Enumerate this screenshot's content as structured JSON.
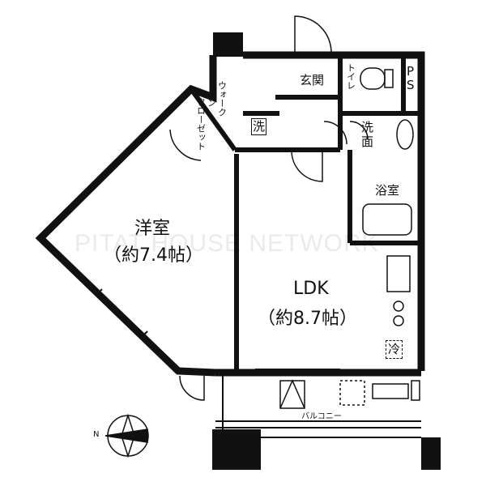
{
  "rooms": {
    "western_room": {
      "name": "洋室",
      "area": "（約7.4帖）"
    },
    "ldk": {
      "name": "LDK",
      "area": "（約8.7帖）"
    },
    "entrance": "玄関",
    "toilet": "トイレ",
    "ps": "PS",
    "walk_in_closet": [
      "ウォーク",
      "イン",
      "クローゼット"
    ],
    "washer": "洗",
    "washroom": "洗面",
    "bathroom": "浴室",
    "fridge": "冷",
    "balcony": "バルコニー"
  },
  "compass": {
    "label": "N"
  },
  "watermark": "PITAT HOUSE NETWORK"
}
